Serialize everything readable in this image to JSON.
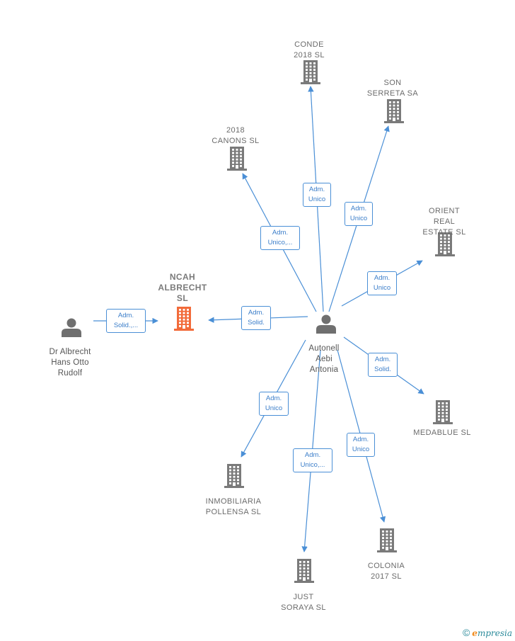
{
  "colors": {
    "edge": "#4a8fd6",
    "company": "#7a7a7a",
    "focus": "#f26b3a",
    "person": "#6f6f6f"
  },
  "nodes": {
    "center": {
      "type": "person",
      "label": "Autonell\nAebi\nAntonia"
    },
    "ncah": {
      "type": "focus",
      "label": "NCAH\nALBRECHT\nSL"
    },
    "drAlbr": {
      "type": "person",
      "label": "Dr Albrecht\nHans Otto\nRudolf"
    },
    "conde": {
      "type": "company",
      "label": "CONDE\n2018  SL"
    },
    "son": {
      "type": "company",
      "label": "SON\nSERRETA SA"
    },
    "canons": {
      "type": "company",
      "label": "2018\nCANONS  SL"
    },
    "orient": {
      "type": "company",
      "label": "ORIENT\nREAL\nESTATE  SL"
    },
    "medab": {
      "type": "company",
      "label": "MEDABLUE  SL"
    },
    "inmob": {
      "type": "company",
      "label": "INMOBILIARIA\nPOLLENSA SL"
    },
    "just": {
      "type": "company",
      "label": "JUST\nSORAYA  SL"
    },
    "colonia": {
      "type": "company",
      "label": "COLONIA\n2017  SL"
    }
  },
  "edges": [
    {
      "from": "center",
      "to": "conde",
      "label": "Adm.\nUnico"
    },
    {
      "from": "center",
      "to": "son",
      "label": "Adm.\nUnico"
    },
    {
      "from": "center",
      "to": "canons",
      "label": "Adm.\nUnico,..."
    },
    {
      "from": "center",
      "to": "orient",
      "label": "Adm.\nUnico"
    },
    {
      "from": "center",
      "to": "ncah",
      "label": "Adm.\nSolid."
    },
    {
      "from": "drAlbr",
      "to": "ncah",
      "label": "Adm.\nSolid.,..."
    },
    {
      "from": "center",
      "to": "medab",
      "label": "Adm.\nSolid."
    },
    {
      "from": "center",
      "to": "inmob",
      "label": "Adm.\nUnico"
    },
    {
      "from": "center",
      "to": "just",
      "label": "Adm.\nUnico,..."
    },
    {
      "from": "center",
      "to": "colonia",
      "label": "Adm.\nUnico"
    }
  ],
  "footer": {
    "copyright": "©",
    "brand_first": "e",
    "brand_rest": "mpresia"
  }
}
